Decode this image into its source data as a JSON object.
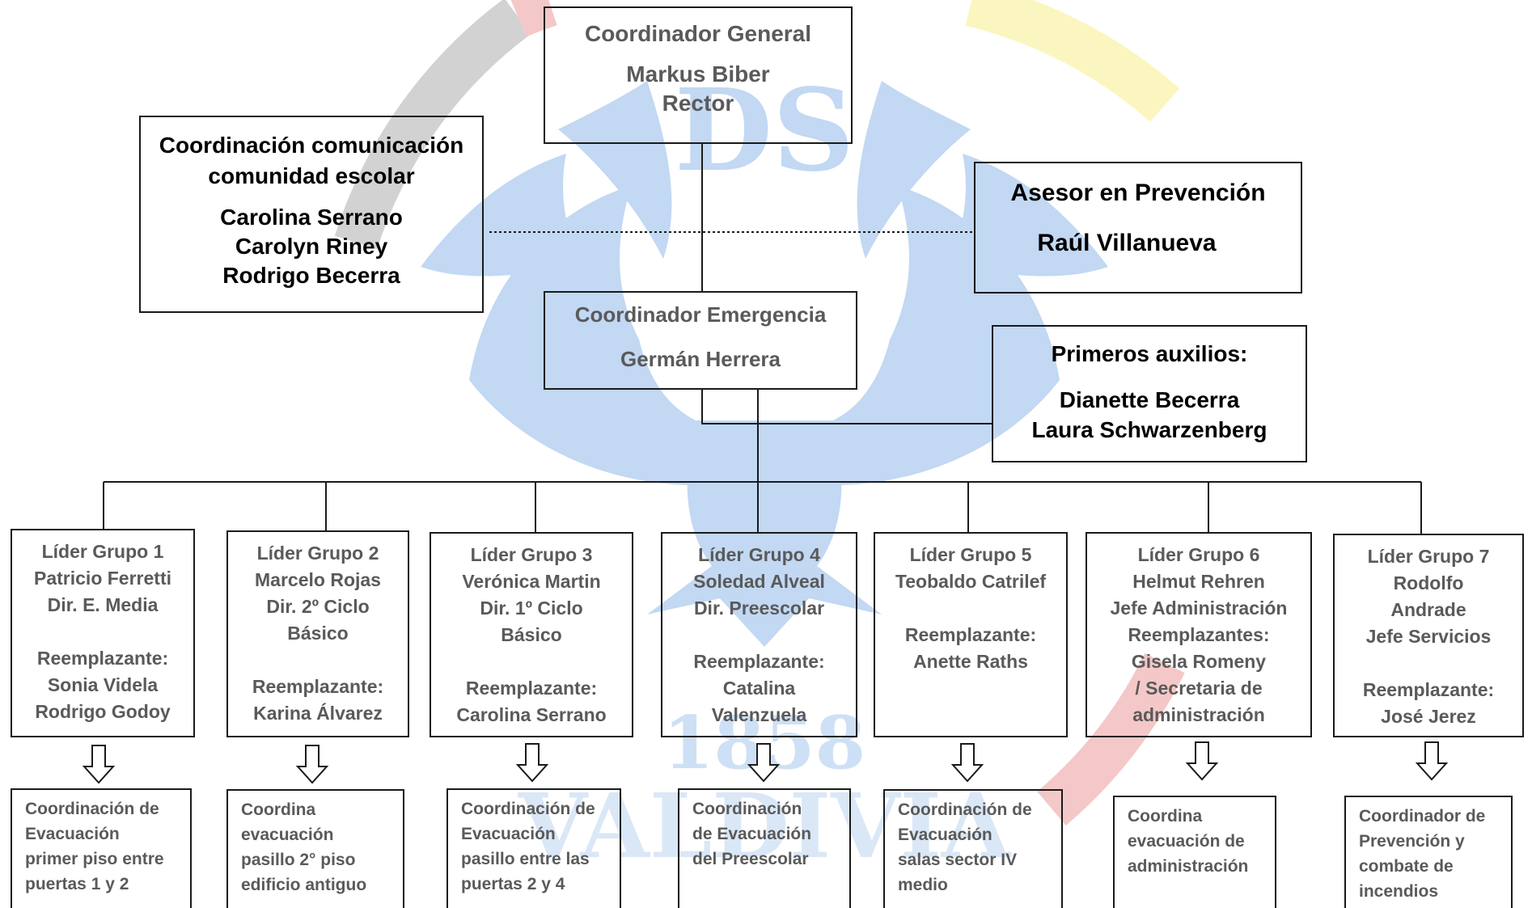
{
  "colors": {
    "bird_blue": "#aecbef",
    "arc_gray": "#d2d2d2",
    "arc_red": "#f4c8c8",
    "arc_yellow": "#fbf6bf",
    "text_gray": "#5a5a5a",
    "text_black": "#000000"
  },
  "general": {
    "role": "Coordinador General",
    "name": "Markus Biber",
    "title": "Rector"
  },
  "comunicacion": {
    "role_l1": "Coordinación comunicación",
    "role_l2": "comunidad escolar",
    "names": [
      "Carolina Serrano",
      "Carolyn Riney",
      "Rodrigo Becerra"
    ]
  },
  "asesor": {
    "role": "Asesor en Prevención",
    "name": "Raúl Villanueva"
  },
  "emergencia": {
    "role": "Coordinador Emergencia",
    "name": "Germán Herrera"
  },
  "auxilios": {
    "role": "Primeros auxilios:",
    "names": [
      "Dianette Becerra",
      "Laura Schwarzenberg"
    ]
  },
  "grupos": [
    {
      "lines": [
        "Líder Grupo 1",
        "Patricio Ferretti",
        "Dir. E. Media",
        "",
        "Reemplazante:",
        "Sonia Videla",
        "Rodrigo Godoy"
      ],
      "task": [
        "Coordinación de",
        "Evacuación",
        "primer piso entre",
        "puertas 1 y 2"
      ]
    },
    {
      "lines": [
        "Líder Grupo 2",
        "Marcelo Rojas",
        "Dir. 2º Ciclo",
        "Básico",
        "",
        "Reemplazante:",
        "Karina Álvarez"
      ],
      "task": [
        "Coordina",
        "evacuación",
        "pasillo 2° piso",
        "edificio antiguo"
      ]
    },
    {
      "lines": [
        "Líder Grupo 3",
        "Verónica Martin",
        "Dir. 1º Ciclo",
        "Básico",
        "",
        "Reemplazante:",
        "Carolina Serrano"
      ],
      "task": [
        "Coordinación de",
        "Evacuación",
        "pasillo entre las",
        "puertas 2 y 4"
      ]
    },
    {
      "lines": [
        "Líder Grupo 4",
        "Soledad Alveal",
        "Dir. Preescolar",
        "",
        "Reemplazante:",
        "Catalina",
        "Valenzuela"
      ],
      "task": [
        "Coordinación",
        "de Evacuación",
        "del Preescolar"
      ]
    },
    {
      "lines": [
        "Líder Grupo 5",
        "Teobaldo Catrilef",
        "",
        "Reemplazante:",
        "Anette Raths"
      ],
      "task": [
        "Coordinación de",
        "Evacuación",
        "salas sector IV",
        "medio"
      ]
    },
    {
      "lines": [
        "Líder Grupo 6",
        "Helmut Rehren",
        "Jefe Administración",
        "Reemplazantes:",
        "Gisela Romeny",
        "/ Secretaria de",
        "administración"
      ],
      "task": [
        "Coordina",
        "evacuación de",
        "administración"
      ]
    },
    {
      "lines": [
        "Líder Grupo 7",
        "Rodolfo",
        "Andrade",
        "Jefe Servicios",
        "",
        "Reemplazante:",
        "José Jerez"
      ],
      "task": [
        "Coordinador de",
        "Prevención y",
        "combate de",
        "incendios"
      ]
    }
  ]
}
